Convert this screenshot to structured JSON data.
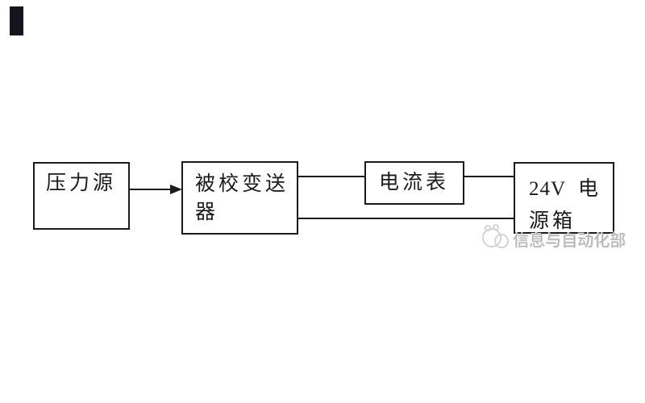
{
  "canvas": {
    "background": "#ffffff"
  },
  "corner_artifact": {
    "color": "#15151f"
  },
  "diagram": {
    "line_color": "#1b1b1b",
    "boxes": {
      "pressure_source": {
        "label": "压力源"
      },
      "transmitter": {
        "line1": "被校变送",
        "line2": "器"
      },
      "ammeter": {
        "label": "电流表"
      },
      "power_box": {
        "line1_left": "24V",
        "line1_right": "电",
        "line2": "源箱"
      }
    }
  },
  "watermark": {
    "text": "信息与自动化部",
    "color": "#b2b2b2",
    "logo": "mascot-circles-icon"
  }
}
